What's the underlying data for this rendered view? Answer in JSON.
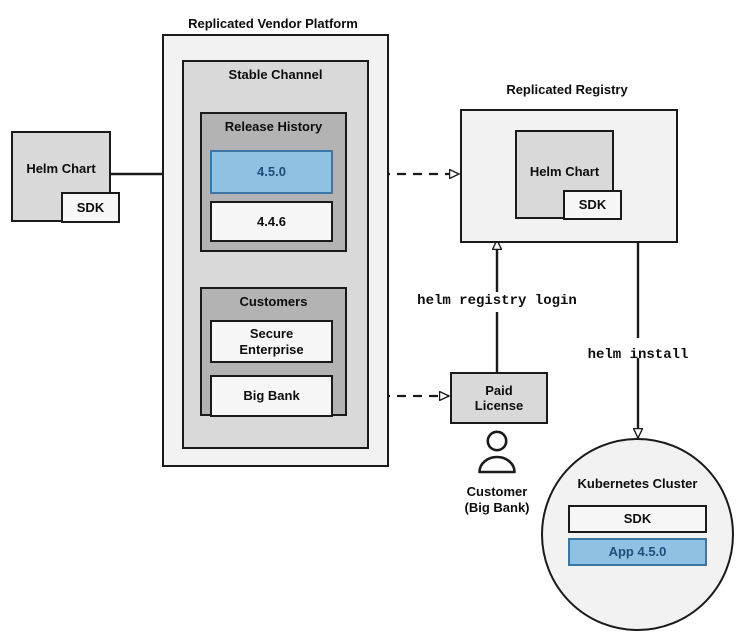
{
  "diagram": {
    "title_platform": "Replicated Vendor Platform",
    "title_registry": "Replicated Registry"
  },
  "source_chart": {
    "name": "Helm Chart",
    "sdk": "SDK"
  },
  "platform": {
    "label": "Replicated Vendor Platform",
    "channel": {
      "label": "Stable Channel",
      "release_history": {
        "label": "Release History",
        "releases": [
          {
            "version": "4.5.0",
            "highlighted": true
          },
          {
            "version": "4.4.6",
            "highlighted": false
          }
        ]
      },
      "customers": {
        "label": "Customers",
        "items": [
          {
            "name": "Secure\nEnterprise",
            "line1": "Secure",
            "line2": "Enterprise"
          },
          {
            "name": "Big Bank",
            "line1": "Big Bank",
            "line2": ""
          }
        ]
      }
    }
  },
  "registry": {
    "label": "Replicated Registry",
    "chart": {
      "name": "Helm Chart",
      "sdk": "SDK"
    }
  },
  "license": {
    "line1": "Paid",
    "line2": "License"
  },
  "customer_actor": {
    "line1": "Customer",
    "line2": "(Big Bank)",
    "icon": "person-icon"
  },
  "cluster": {
    "label": "Kubernetes Cluster",
    "components": [
      {
        "name": "SDK",
        "highlighted": false
      },
      {
        "name": "App 4.5.0",
        "highlighted": true
      }
    ]
  },
  "commands": {
    "registry_login": "helm registry login",
    "install": "helm install"
  },
  "colors": {
    "highlight_fill": "#8fc1e3",
    "highlight_border": "#3a77a8",
    "highlight_text": "#1f4e79",
    "outer_shell": "#f2f2f2",
    "mid_shell": "#d9d9d9",
    "inner_shell": "#b3b3b3",
    "stroke": "#1a1a1a",
    "box_white": "#f7f7f7"
  }
}
